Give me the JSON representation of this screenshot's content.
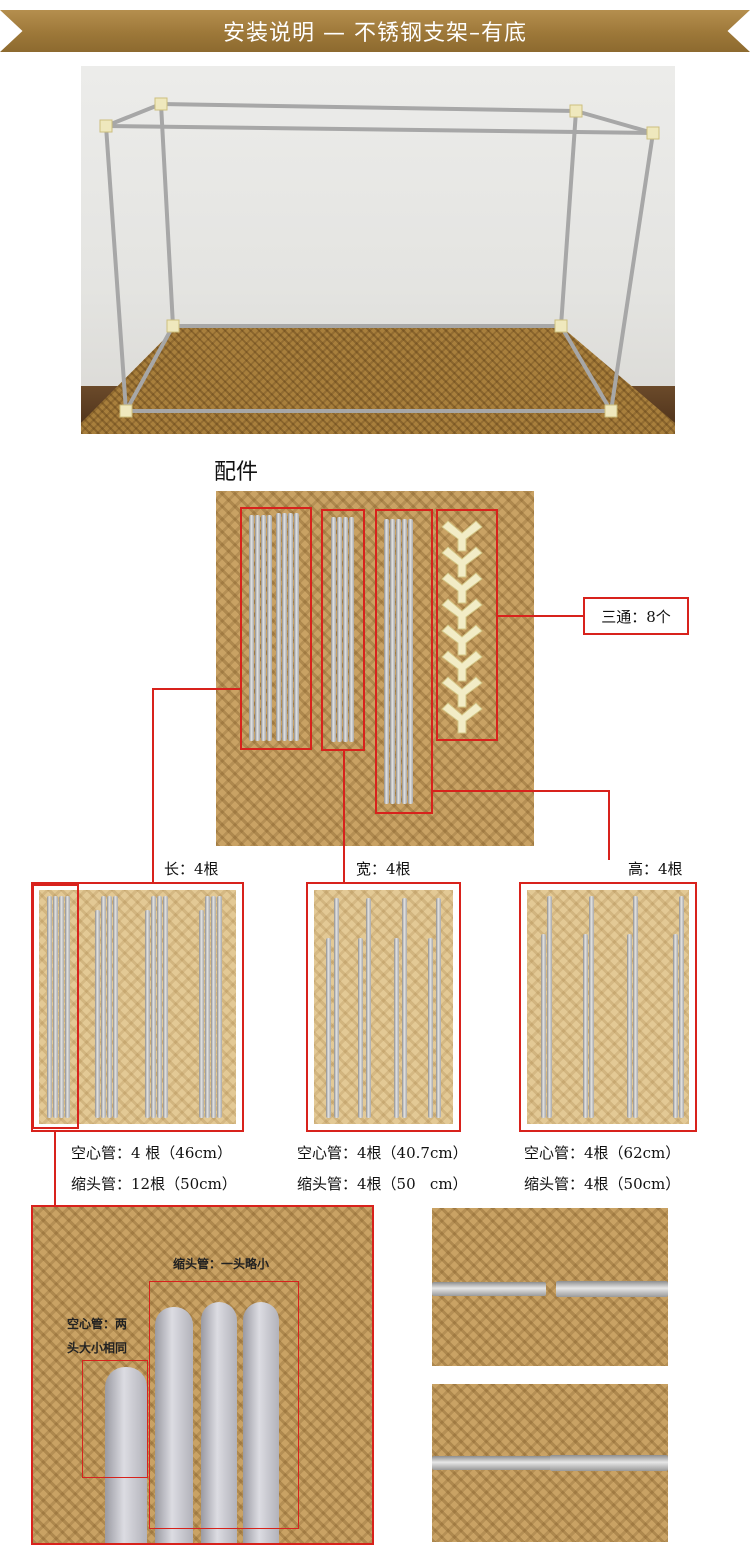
{
  "header": {
    "title": "安装说明 — 不锈钢支架–有底"
  },
  "parts": {
    "heading": "配件"
  },
  "labels": {
    "tee": "三通：8个",
    "length": "长：4根",
    "width": "宽：4根",
    "height": "高：4根"
  },
  "specs": {
    "length": {
      "hollow": "空心管：4 根（46cm）",
      "reduced": "缩头管：12根（50cm）"
    },
    "width": {
      "hollow": "空心管：4根（40.7cm）",
      "reduced": "缩头管：4根（50   cm）"
    },
    "height": {
      "hollow": "空心管：4根（62cm）",
      "reduced": "缩头管：4根（50cm）"
    }
  },
  "closeup": {
    "reduced_note": "缩头管：一头略小",
    "hollow_note_line1": "空心管：两",
    "hollow_note_line2": "头大小相同"
  },
  "colors": {
    "accent_red": "#d8221c",
    "banner_gold": "#a07b3c"
  }
}
